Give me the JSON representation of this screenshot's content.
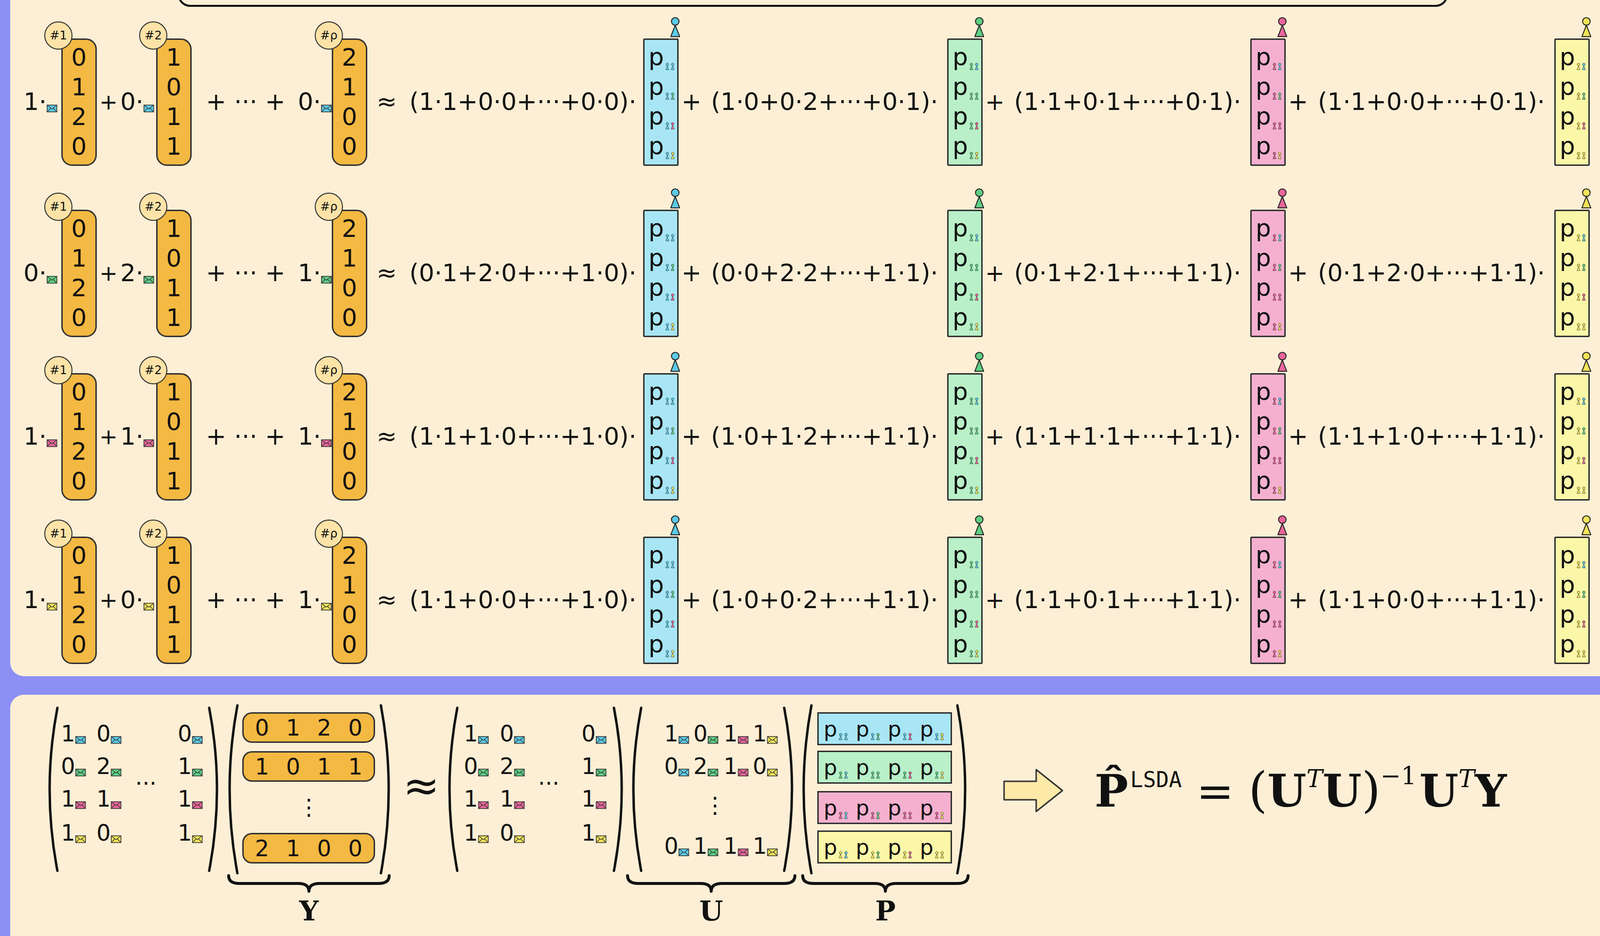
{
  "diagram": {
    "nodes": [
      {
        "text": [
          "#1"
        ]
      },
      {
        "text": [
          "0 1 2 0"
        ]
      },
      {
        "text": [
          "#2"
        ]
      },
      {
        "text": [
          "1 0 1 1"
        ]
      },
      {
        "text": [
          "#ρ"
        ]
      },
      {
        "text": [
          "2 1 0 0"
        ]
      },
      {
        "text": [
          "p p p p"
        ]
      },
      {
        "text": [
          "p p p p"
        ]
      },
      {
        "text": [
          "p p p p"
        ]
      },
      {
        "text": [
          "p p p p"
        ]
      },
      {
        "text": [
          "#1"
        ]
      },
      {
        "text": [
          "0 1 2 0"
        ]
      },
      {
        "text": [
          "#2"
        ]
      },
      {
        "text": [
          "1 0 1 1"
        ]
      },
      {
        "text": [
          "#ρ"
        ]
      },
      {
        "text": [
          "2 1 0 0"
        ]
      },
      {
        "text": [
          "p p p p"
        ]
      },
      {
        "text": [
          "p p p p"
        ]
      },
      {
        "text": [
          "p p p p"
        ]
      },
      {
        "text": [
          "p p p p"
        ]
      },
      {
        "text": [
          "#1"
        ]
      },
      {
        "text": [
          "0 1 2 0"
        ]
      },
      {
        "text": [
          "#2"
        ]
      },
      {
        "text": [
          "1 0 1 1"
        ]
      },
      {
        "text": [
          "#ρ"
        ]
      },
      {
        "text": [
          "2 1 0 0"
        ]
      },
      {
        "text": [
          "p p p p"
        ]
      },
      {
        "text": [
          "p p p p"
        ]
      },
      {
        "text": [
          "p p p p"
        ]
      },
      {
        "text": [
          "p p p p"
        ]
      },
      {
        "text": [
          "#1"
        ]
      },
      {
        "text": [
          "0 1 2 0"
        ]
      },
      {
        "text": [
          "#2"
        ]
      },
      {
        "text": [
          "1 0 1 1"
        ]
      },
      {
        "text": [
          "#ρ"
        ]
      },
      {
        "text": [
          "2 1 0 0"
        ]
      },
      {
        "text": [
          "p p p p"
        ]
      },
      {
        "text": [
          "p p p p"
        ]
      },
      {
        "text": [
          "p p p p"
        ]
      },
      {
        "text": [
          "p p p p"
        ]
      },
      {
        "text": [
          "0 1 2 0"
        ]
      },
      {
        "text": [
          "1 0 1 1"
        ]
      },
      {
        "text": [
          "2 1 0 0"
        ]
      },
      {
        "text": [
          "p p p p"
        ]
      },
      {
        "text": [
          "p p p p"
        ]
      },
      {
        "text": [
          "p p p p"
        ]
      },
      {
        "text": [
          "p p p p"
        ]
      }
    ],
    "labels": [
      "1·",
      "+",
      "0·",
      "+ ··· +",
      "0·",
      "≈",
      "(1·1+0·0+···+0·0)·",
      "+",
      "(1·0+0·2+···+0·1)·",
      "+",
      "(1·1+0·1+···+0·1)·",
      "+",
      "(1·1+0·0+···+0·1)·",
      "0·",
      "+",
      "2·",
      "+ ··· +",
      "1·",
      "≈",
      "(0·1+2·0+···+1·0)·",
      "+",
      "(0·0+2·2+···+1·1)·",
      "+",
      "(0·1+2·1+···+1·1)·",
      "+",
      "(0·1+2·0+···+1·1)·",
      "1·",
      "+",
      "1·",
      "+ ··· +",
      "1·",
      "≈",
      "(1·1+1·0+···+1·0)·",
      "+",
      "(1·0+1·2+···+1·1)·",
      "+",
      "(1·1+1·1+···+1·1)·",
      "+",
      "(1·1+1·0+···+1·1)·",
      "1·",
      "+",
      "0·",
      "+ ··· +",
      "1·",
      "≈",
      "(1·1+0·0+···+1·0)·",
      "+",
      "(1·0+0·2+···+1·1)·",
      "+",
      "(1·1+0·1+···+1·1)·",
      "+",
      "(1·1+0·0+···+1·1)·",
      "1",
      "0",
      "0",
      "0",
      "2",
      "1",
      "1",
      "1",
      "1",
      "1",
      "0",
      "1",
      "···",
      "⋮",
      "Y",
      "≈",
      "1",
      "0",
      "0",
      "0",
      "2",
      "1",
      "1",
      "1",
      "1",
      "1",
      "0",
      "1",
      "···",
      "1",
      "0",
      "1",
      "1",
      "0",
      "2",
      "1",
      "0",
      "⋮",
      "0",
      "1",
      "1",
      "1",
      "U",
      "P",
      "P̂",
      "LSDA",
      "=",
      "(",
      "U",
      "T",
      "U",
      ")",
      "−1",
      "U",
      "T",
      "Y"
    ]
  }
}
